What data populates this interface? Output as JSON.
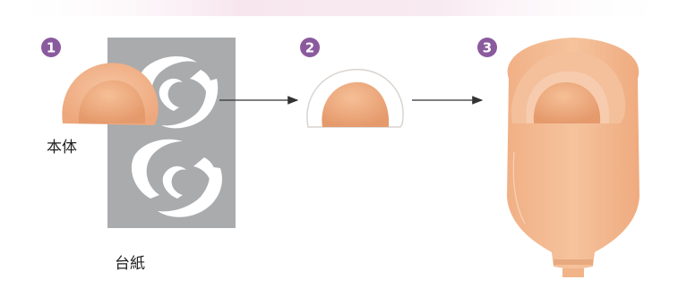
{
  "steps": [
    {
      "number": "1"
    },
    {
      "number": "2"
    },
    {
      "number": "3"
    }
  ],
  "labels": {
    "body": "本体",
    "backing_paper": "台紙"
  },
  "colors": {
    "step_badge": "#8a5a9e",
    "skin_flesh": "#f2b48a",
    "flesh_dark": "#e39b6f",
    "backing_gray": "#a9abad",
    "bag_fill": "#f3b98d",
    "arrow": "#333333"
  }
}
